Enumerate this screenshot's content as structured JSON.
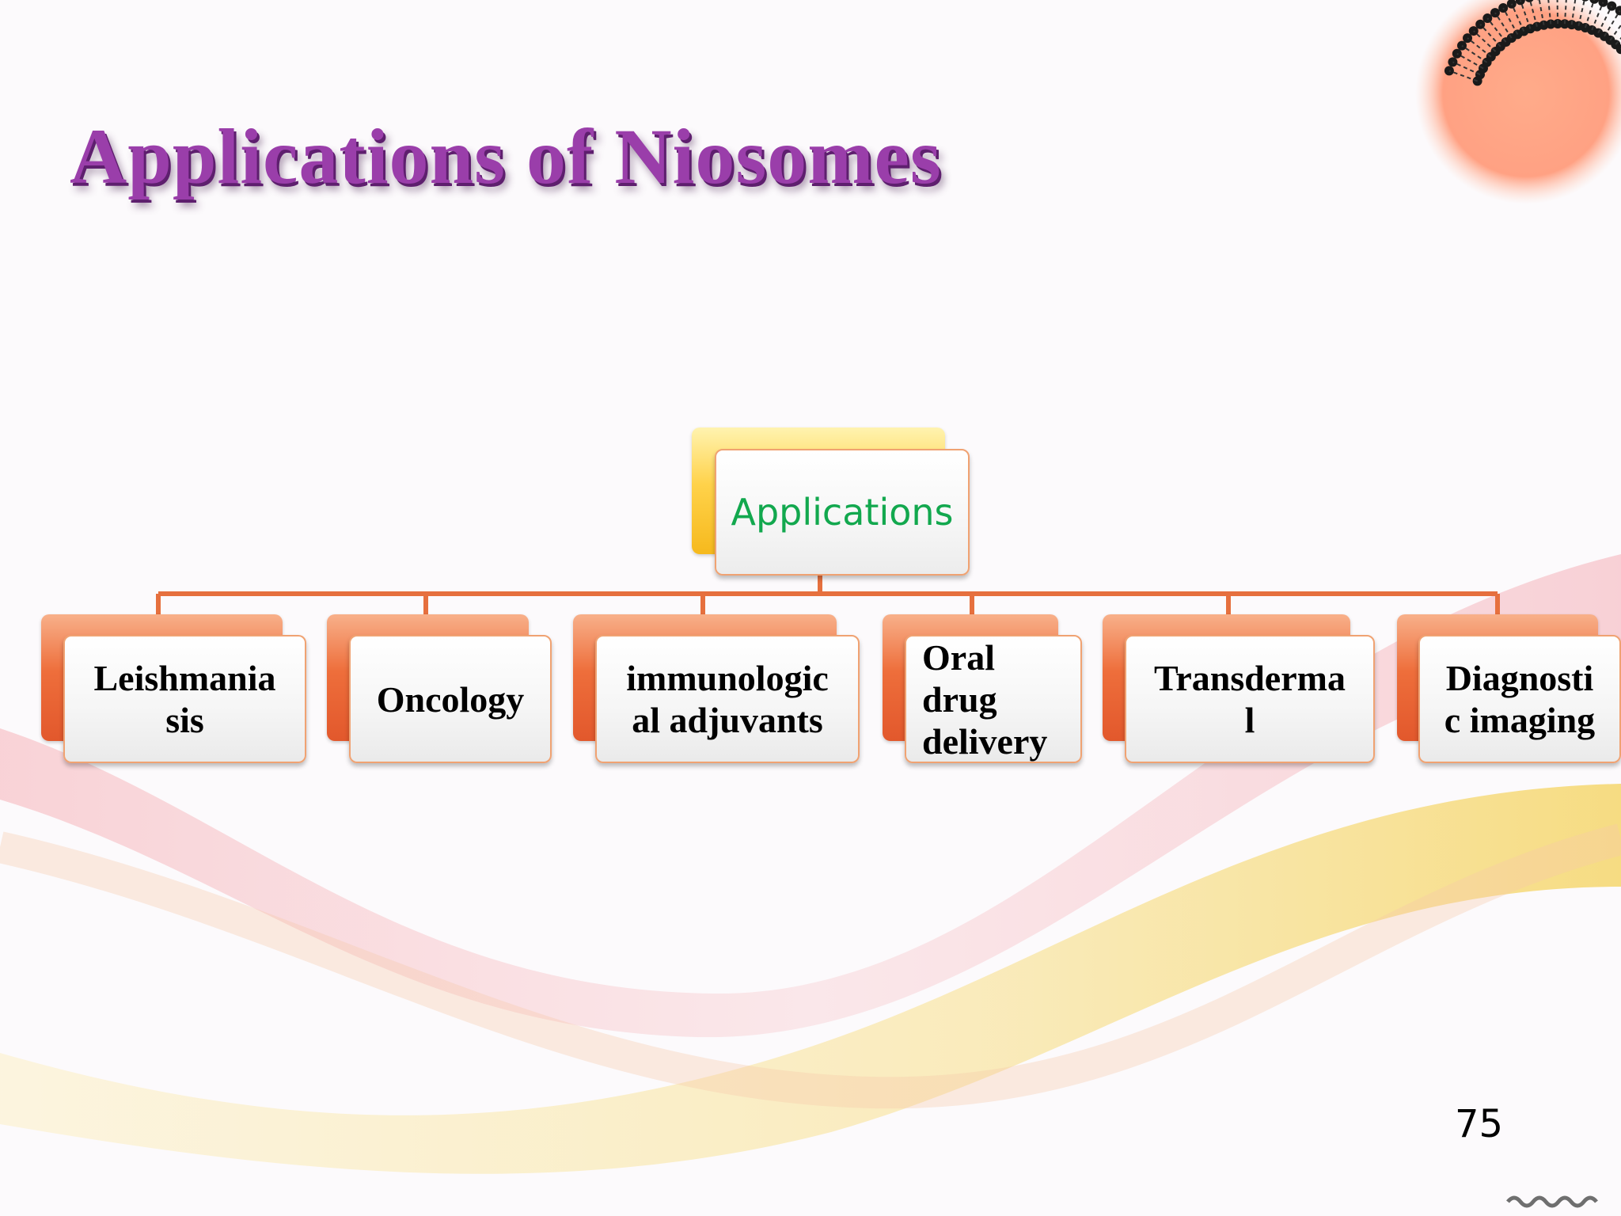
{
  "slide": {
    "title": "Applications of Niosomes",
    "page_number": "75"
  },
  "diagram": {
    "root": {
      "label": "Applications"
    },
    "children": [
      {
        "label": "Leishmania\nsis"
      },
      {
        "label": "Oncology"
      },
      {
        "label": "immunologic\nal adjuvants"
      },
      {
        "label": "Oral\ndrug\ndelivery"
      },
      {
        "label": "Transderma\nl"
      },
      {
        "label": "Diagnosti\nc imaging"
      }
    ]
  },
  "colors": {
    "title": "#9a3eaa",
    "root_text": "#12a84e",
    "connector": "#e6703e",
    "root_accent": "#ffd24a",
    "child_accent": "#ee6e3b"
  },
  "icons": [
    "vesicle-logo-icon"
  ]
}
